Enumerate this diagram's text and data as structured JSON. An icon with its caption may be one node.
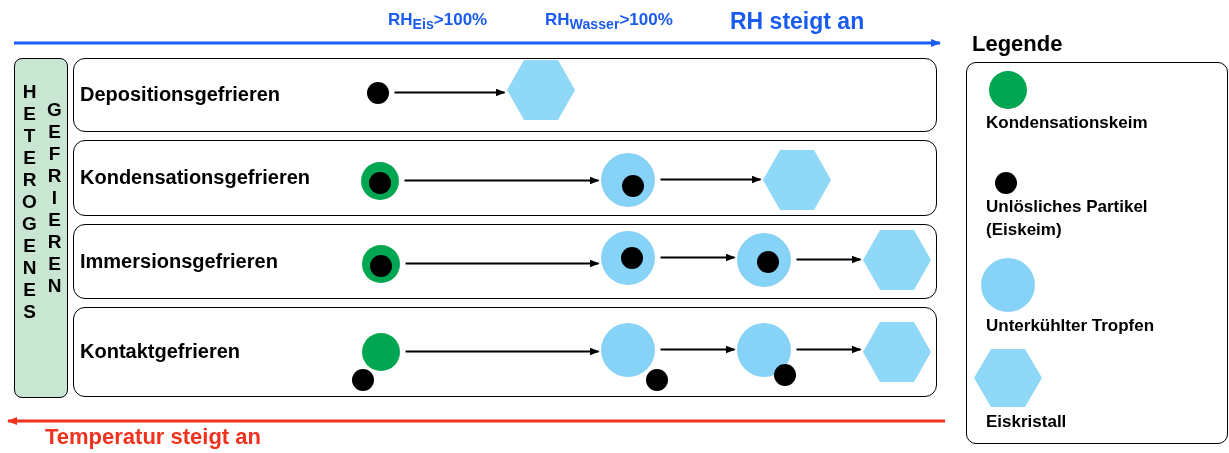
{
  "diagram": {
    "nodes": [
      {
        "text": [
          "HETEROGENES",
          "GEFRIEREN"
        ]
      },
      {
        "text": [
          "Depositionsgefrieren"
        ]
      },
      {
        "text": [],
        "shape": "dot",
        "in": 1
      },
      {
        "text": [],
        "shape": "hexagon",
        "in": 1
      },
      {
        "text": [
          "Kondensationsgefrieren"
        ]
      },
      {
        "text": [],
        "shape": "circle",
        "in": 4
      },
      {
        "text": [],
        "shape": "circle",
        "in": 4
      },
      {
        "text": [],
        "shape": "hexagon",
        "in": 4
      },
      {
        "text": [
          "Immersionsgefrieren"
        ]
      },
      {
        "text": [],
        "shape": "circle",
        "in": 8
      },
      {
        "text": [],
        "shape": "circle",
        "in": 8
      },
      {
        "text": [],
        "shape": "circle",
        "in": 8
      },
      {
        "text": [],
        "shape": "hexagon",
        "in": 8
      },
      {
        "text": [
          "Kontaktgefrieren"
        ]
      },
      {
        "text": [],
        "shape": "circle",
        "in": 13
      },
      {
        "text": [],
        "shape": "circle",
        "in": 13
      },
      {
        "text": [],
        "shape": "circle",
        "in": 13
      },
      {
        "text": [],
        "shape": "hexagon",
        "in": 13
      }
    ],
    "edges": [
      {
        "from": 2,
        "to": 3,
        "arrow": "to"
      },
      {
        "from": 5,
        "to": 6,
        "arrow": "to"
      },
      {
        "from": 6,
        "to": 7,
        "arrow": "to"
      },
      {
        "from": 9,
        "to": 10,
        "arrow": "to"
      },
      {
        "from": 10,
        "to": 11,
        "arrow": "to"
      },
      {
        "from": 11,
        "to": 12,
        "arrow": "to"
      },
      {
        "from": 14,
        "to": 15,
        "arrow": "to"
      },
      {
        "from": 15,
        "to": 16,
        "arrow": "to"
      },
      {
        "from": 16,
        "to": 17,
        "arrow": "to"
      }
    ],
    "labels": [
      "RH$_{Eis}$>100%",
      "RH$_{Wasser}$>100%",
      "RH steigt an",
      "Legende",
      "Temperatur steigt an"
    ],
    "legend": [
      {
        "text": "Kondensationskeim"
      },
      {
        "text": "Unlösliches Partikel (Eiskeim)"
      },
      {
        "text": "Unterkühlter Tropfen"
      },
      {
        "text": "Eiskristall"
      }
    ]
  }
}
